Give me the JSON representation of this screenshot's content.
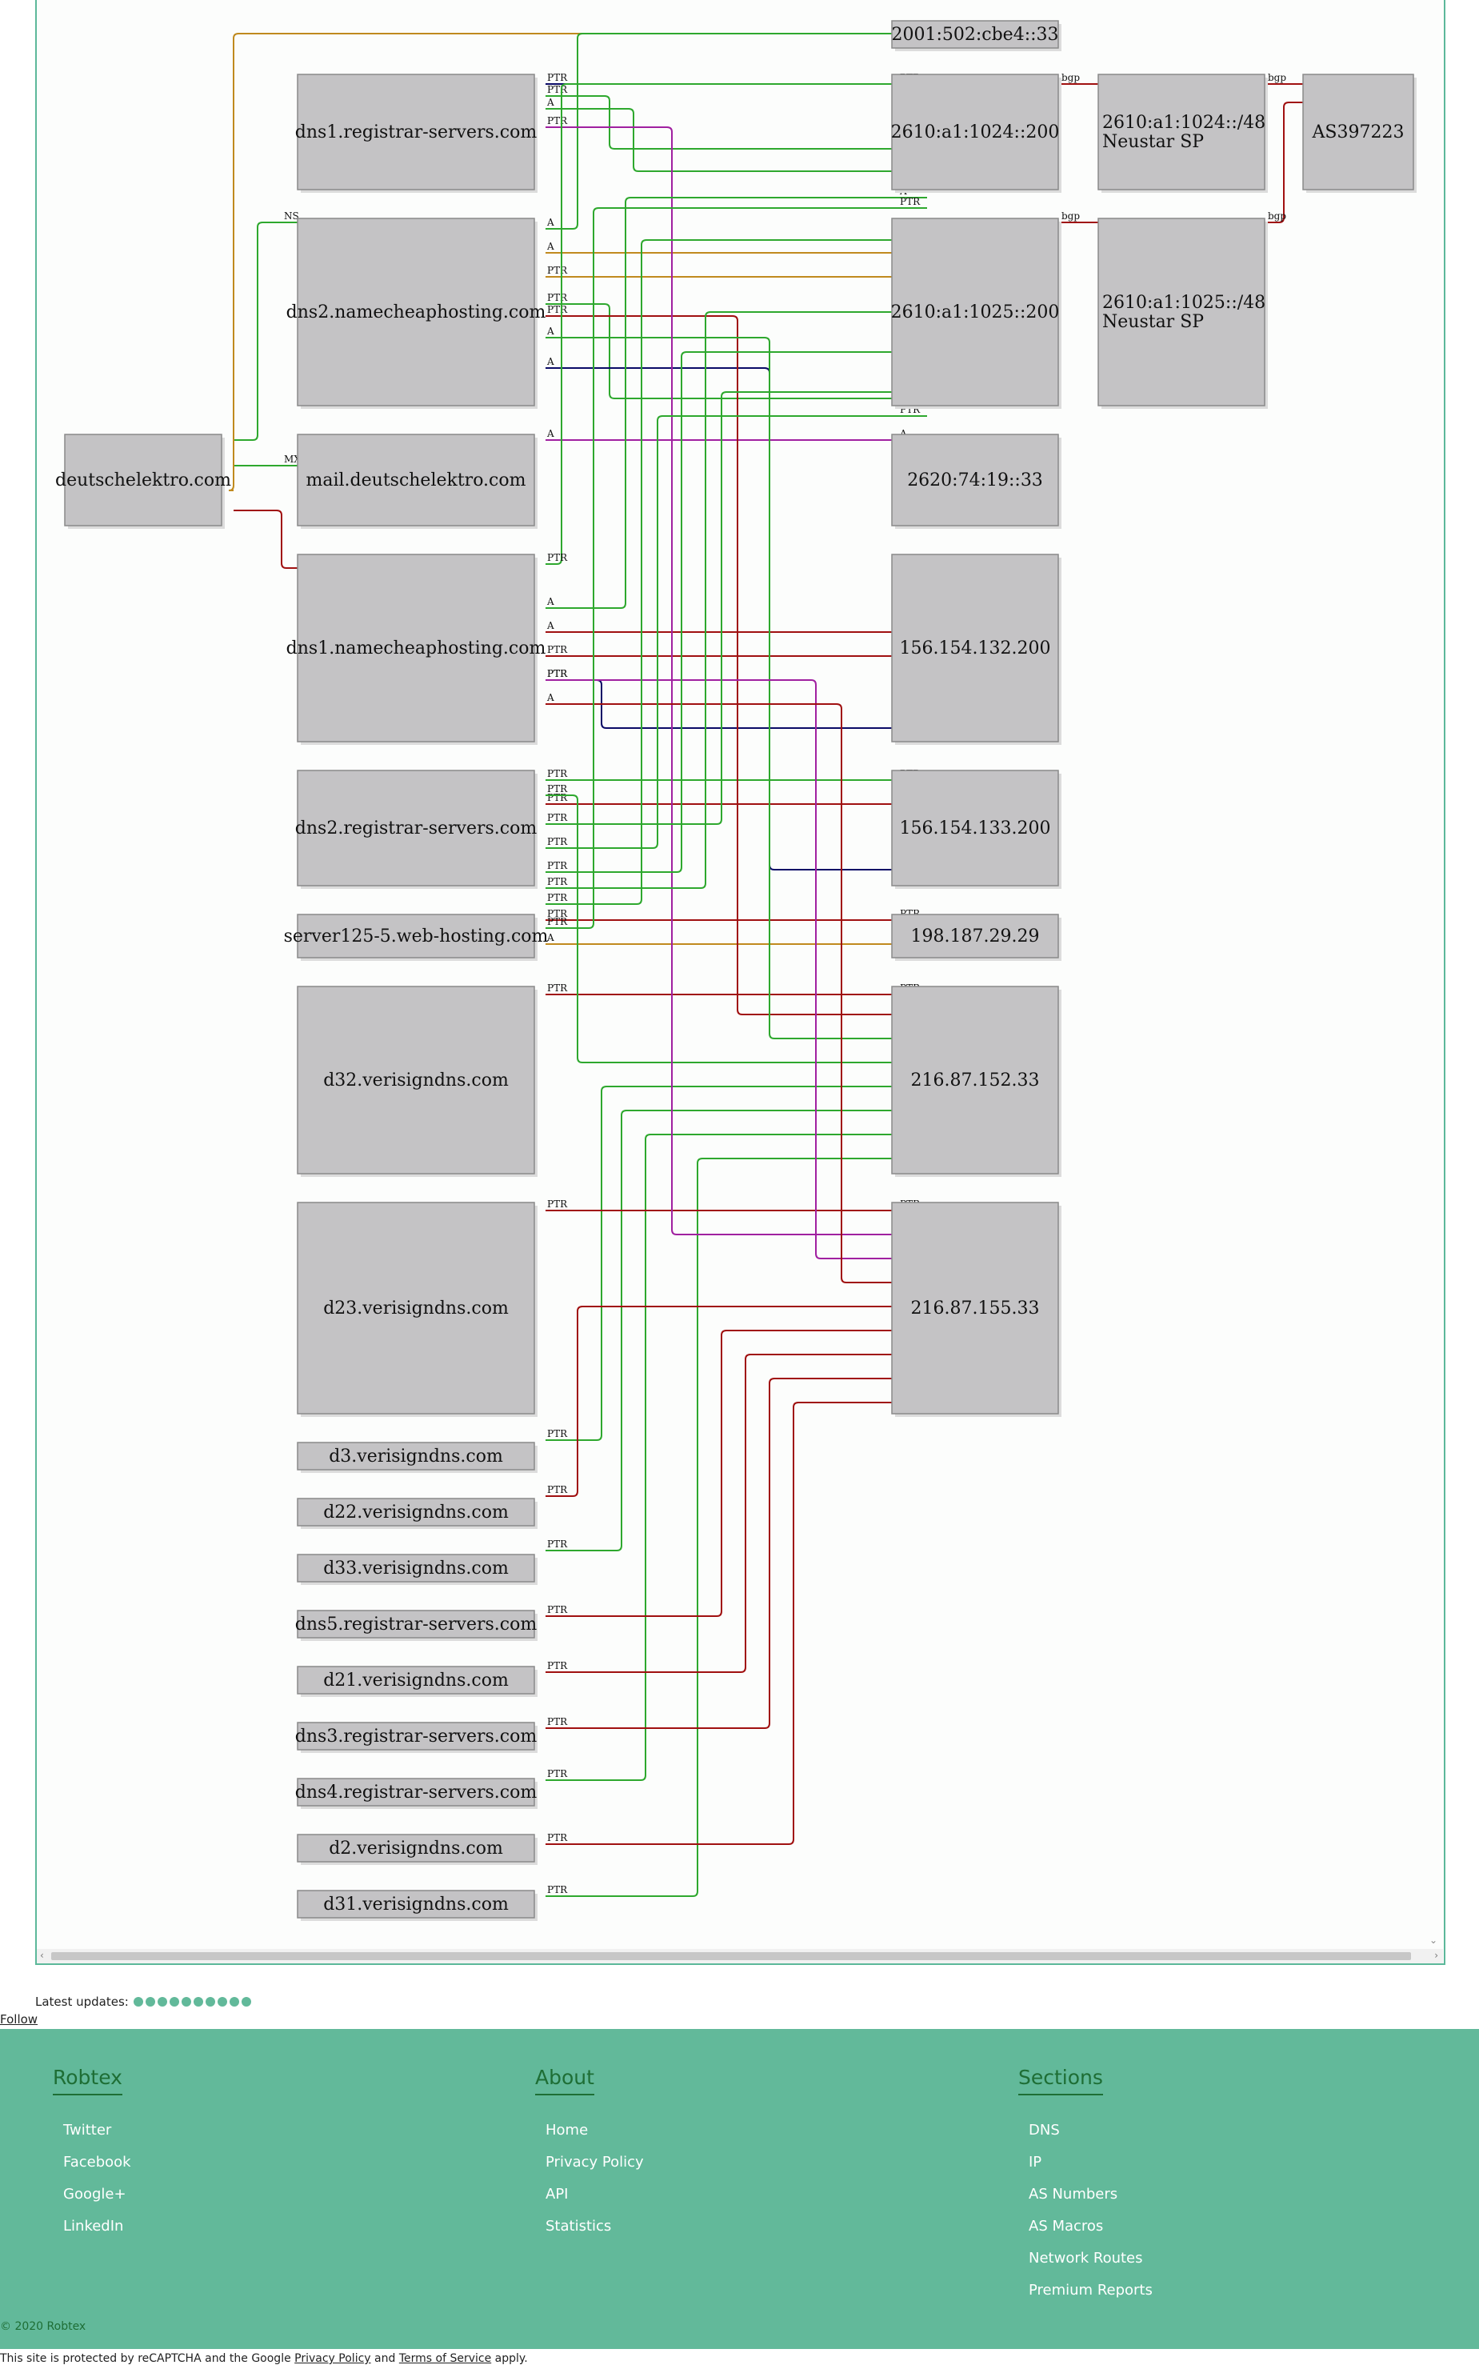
{
  "graph": {
    "nodes": [
      {
        "id": "deutschelektro",
        "label": [
          "deutschelektro.com"
        ]
      },
      {
        "id": "mail",
        "label": [
          "mail.deutschelektro.com"
        ]
      },
      {
        "id": "dns1rs",
        "label": [
          "dns1.registrar-servers.com"
        ]
      },
      {
        "id": "dns2nc",
        "label": [
          "dns2.namecheaphosting.com"
        ]
      },
      {
        "id": "dns1nc",
        "label": [
          "dns1.namecheaphosting.com"
        ]
      },
      {
        "id": "dns2rs",
        "label": [
          "dns2.registrar-servers.com"
        ]
      },
      {
        "id": "server125",
        "label": [
          "server125-5.web-hosting.com"
        ]
      },
      {
        "id": "d32",
        "label": [
          "d32.verisigndns.com"
        ]
      },
      {
        "id": "d23",
        "label": [
          "d23.verisigndns.com"
        ]
      },
      {
        "id": "d3",
        "label": [
          "d3.verisigndns.com"
        ]
      },
      {
        "id": "d22",
        "label": [
          "d22.verisigndns.com"
        ]
      },
      {
        "id": "d33",
        "label": [
          "d33.verisigndns.com"
        ]
      },
      {
        "id": "dns5rs",
        "label": [
          "dns5.registrar-servers.com"
        ]
      },
      {
        "id": "d21",
        "label": [
          "d21.verisigndns.com"
        ]
      },
      {
        "id": "dns3rs",
        "label": [
          "dns3.registrar-servers.com"
        ]
      },
      {
        "id": "dns4rs",
        "label": [
          "dns4.registrar-servers.com"
        ]
      },
      {
        "id": "d2",
        "label": [
          "d2.verisigndns.com"
        ]
      },
      {
        "id": "d31",
        "label": [
          "d31.verisigndns.com"
        ]
      },
      {
        "id": "ip2001",
        "label": [
          "2001:502:cbe4::33"
        ]
      },
      {
        "id": "ip2610_200",
        "label": [
          "2610:a1:1024::200"
        ]
      },
      {
        "id": "ip2610_1025",
        "label": [
          "2610:a1:1025::200"
        ]
      },
      {
        "id": "ip2620",
        "label": [
          "2620:74:19::33"
        ]
      },
      {
        "id": "ip156_132",
        "label": [
          "156.154.132.200"
        ]
      },
      {
        "id": "ip156_133",
        "label": [
          "156.154.133.200"
        ]
      },
      {
        "id": "ip198",
        "label": [
          "198.187.29.29"
        ]
      },
      {
        "id": "ip216_152",
        "label": [
          "216.87.152.33"
        ]
      },
      {
        "id": "ip216_155",
        "label": [
          "216.87.155.33"
        ]
      },
      {
        "id": "net1024",
        "label": [
          "2610:a1:1024::/48",
          "Neustar SP"
        ]
      },
      {
        "id": "net1025",
        "label": [
          "2610:a1:1025::/48",
          "Neustar SP"
        ]
      },
      {
        "id": "as397223",
        "label": [
          "AS397223"
        ]
      }
    ],
    "edges": [
      {
        "label": "NS",
        "color": "#2ea82e"
      },
      {
        "label": "MX",
        "color": "#2ea82e"
      },
      {
        "label": "A",
        "color": "#c08a1e"
      },
      {
        "label": "NS",
        "color": "#a01010"
      },
      {
        "label": "A",
        "color": "#2ea82e"
      },
      {
        "label": "PTR",
        "color": "#0a0a66"
      },
      {
        "label": "PTR",
        "color": "#2ea82e"
      },
      {
        "label": "A",
        "color": "#2ea82e"
      },
      {
        "label": "A",
        "color": "#c08a1e"
      },
      {
        "label": "PTR",
        "color": "#c08a1e"
      },
      {
        "label": "PTR",
        "color": "#2ea82e"
      },
      {
        "label": "A",
        "color": "#a020a0"
      },
      {
        "label": "A",
        "color": "#a01010"
      },
      {
        "label": "PTR",
        "color": "#a01010"
      },
      {
        "label": "PTR",
        "color": "#0a0a66"
      },
      {
        "label": "PTR",
        "color": "#2ea82e"
      },
      {
        "label": "PTR",
        "color": "#a01010"
      },
      {
        "label": "A",
        "color": "#0a0a66"
      },
      {
        "label": "PTR",
        "color": "#a01010"
      },
      {
        "label": "A",
        "color": "#c08a1e"
      },
      {
        "label": "PTR",
        "color": "#a01010"
      },
      {
        "label": "PTR",
        "color": "#a01010"
      },
      {
        "label": "A",
        "color": "#2ea82e"
      },
      {
        "label": "PTR",
        "color": "#2ea82e"
      },
      {
        "label": "PTR",
        "color": "#2ea82e"
      },
      {
        "label": "PTR",
        "color": "#2ea82e"
      },
      {
        "label": "PTR",
        "color": "#2ea82e"
      },
      {
        "label": "PTR",
        "color": "#2ea82e"
      },
      {
        "label": "PTR",
        "color": "#a01010"
      },
      {
        "label": "PTR",
        "color": "#a020a0"
      },
      {
        "label": "PTR",
        "color": "#a020a0"
      },
      {
        "label": "A",
        "color": "#a01010"
      },
      {
        "label": "PTR",
        "color": "#a01010"
      },
      {
        "label": "PTR",
        "color": "#a01010"
      },
      {
        "label": "PTR",
        "color": "#a01010"
      },
      {
        "label": "PTR",
        "color": "#a01010"
      },
      {
        "label": "PTR",
        "color": "#a01010"
      },
      {
        "label": "bgp",
        "color": "#a01010"
      },
      {
        "label": "bgp",
        "color": "#a01010"
      },
      {
        "label": "bgp",
        "color": "#a01010"
      },
      {
        "label": "bgp",
        "color": "#a01010"
      },
      {
        "label": "A",
        "color": "#2ea82e"
      },
      {
        "label": "PTR",
        "color": "#2ea82e"
      },
      {
        "label": "PTR",
        "color": "#2ea82e"
      },
      {
        "label": "PTR",
        "color": "#2ea82e"
      },
      {
        "label": "PTR",
        "color": "#2ea82e"
      },
      {
        "label": "PTR",
        "color": "#2ea82e"
      },
      {
        "label": "PTR",
        "color": "#2ea82e"
      },
      {
        "label": "PTR",
        "color": "#2ea82e"
      }
    ]
  },
  "latest_updates_label": "Latest updates:",
  "follow_label": "Follow",
  "footer": {
    "columns": [
      {
        "title": "Robtex",
        "links": [
          "Twitter",
          "Facebook",
          "Google+",
          "LinkedIn"
        ]
      },
      {
        "title": "About",
        "links": [
          "Home",
          "Privacy Policy",
          "API",
          "Statistics"
        ]
      },
      {
        "title": "Sections",
        "links": [
          "DNS",
          "IP",
          "AS Numbers",
          "AS Macros",
          "Network Routes",
          "Premium Reports"
        ]
      }
    ],
    "copyright": "© 2020 Robtex"
  },
  "recaptcha": {
    "prefix": "This site is protected by reCAPTCHA and the Google",
    "privacy": "Privacy Policy",
    "and": "and",
    "terms": "Terms of Service",
    "suffix": "apply."
  },
  "colors": {
    "accent": "#62b99a",
    "footer_heading": "#1e6e35"
  }
}
